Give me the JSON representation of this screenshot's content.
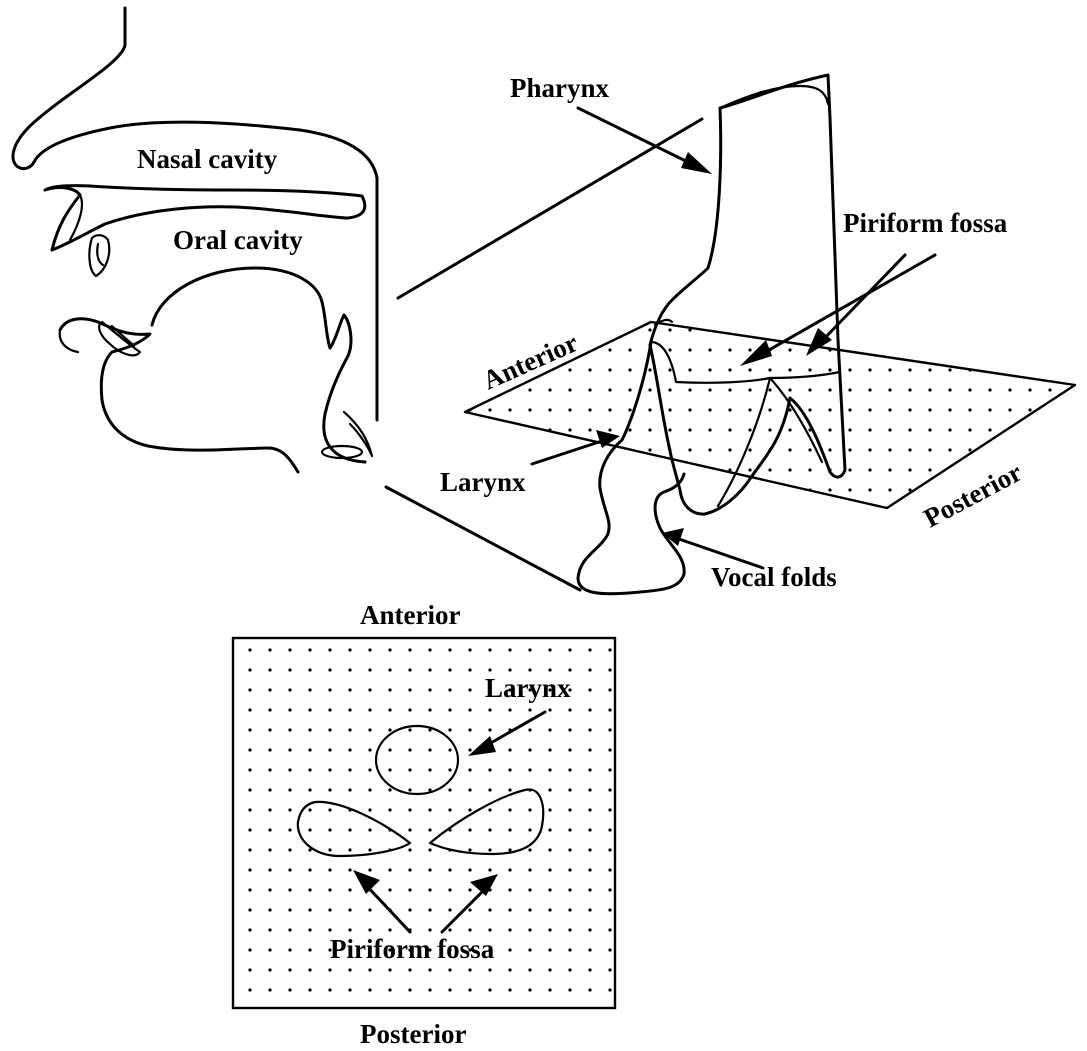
{
  "colors": {
    "ink": "#000000",
    "background": "#ffffff"
  },
  "labels": {
    "nasal_cavity": "Nasal cavity",
    "oral_cavity": "Oral cavity",
    "pharynx": "Pharynx",
    "piriform_fossa_top": "Piriform fossa",
    "anterior_top": "Anterior",
    "larynx_top": "Larynx",
    "posterior_top": "Posterior",
    "vocal_folds": "Vocal folds",
    "anterior_bottom": "Anterior",
    "larynx_bottom": "Larynx",
    "piriform_fossa_bottom": "Piriform fossa",
    "posterior_bottom": "Posterior"
  }
}
